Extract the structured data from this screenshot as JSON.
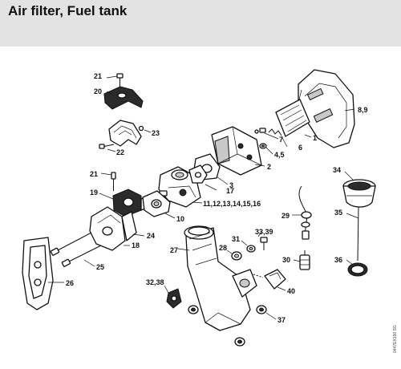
{
  "header": {
    "title": "Air filter, Fuel tank",
    "background": "#e3e3e3"
  },
  "drawing_code": "0447EX150 SG",
  "callouts": [
    {
      "id": "c21a",
      "label": "21"
    },
    {
      "id": "c20",
      "label": "20"
    },
    {
      "id": "c23",
      "label": "23"
    },
    {
      "id": "c22",
      "label": "22"
    },
    {
      "id": "c89",
      "label": "8,9"
    },
    {
      "id": "c1",
      "label": "1"
    },
    {
      "id": "c6",
      "label": "6"
    },
    {
      "id": "c7",
      "label": "7"
    },
    {
      "id": "c45",
      "label": "4,5"
    },
    {
      "id": "c2",
      "label": "2"
    },
    {
      "id": "c3",
      "label": "3"
    },
    {
      "id": "c17",
      "label": "17"
    },
    {
      "id": "c21b",
      "label": "21"
    },
    {
      "id": "c19",
      "label": "19"
    },
    {
      "id": "c11",
      "label": "11,12,13,14,15,16"
    },
    {
      "id": "c10",
      "label": "10"
    },
    {
      "id": "c24",
      "label": "24"
    },
    {
      "id": "c18",
      "label": "18"
    },
    {
      "id": "c25",
      "label": "25"
    },
    {
      "id": "c26",
      "label": "26"
    },
    {
      "id": "c34",
      "label": "34"
    },
    {
      "id": "c35",
      "label": "35"
    },
    {
      "id": "c36",
      "label": "36"
    },
    {
      "id": "c29",
      "label": "29"
    },
    {
      "id": "c3339",
      "label": "33,39"
    },
    {
      "id": "c31",
      "label": "31"
    },
    {
      "id": "c28",
      "label": "28"
    },
    {
      "id": "c27",
      "label": "27"
    },
    {
      "id": "c30",
      "label": "30"
    },
    {
      "id": "c40",
      "label": "40"
    },
    {
      "id": "c3238",
      "label": "32,38"
    },
    {
      "id": "c37",
      "label": "37"
    }
  ]
}
